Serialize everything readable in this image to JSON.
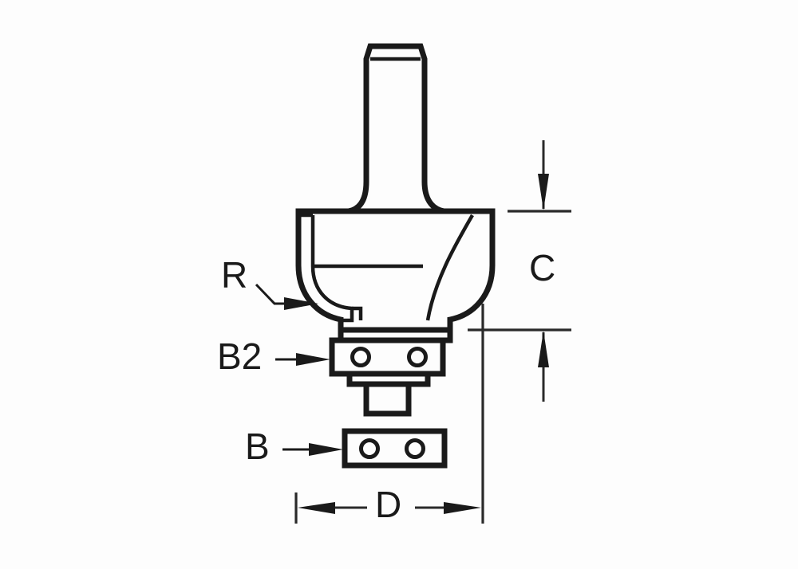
{
  "diagram": {
    "title": "Router cutter dimension diagram",
    "subject": "rounding-over router bit cross-section",
    "background_color": "#fdfdfd",
    "line_color": "#1a1a1a"
  },
  "labels": {
    "radius": "R",
    "cut_height": "C",
    "bearing_upper": "B2",
    "bearing_lower": "B",
    "diameter": "D"
  },
  "annotations": [
    {
      "id": "R",
      "text": "R",
      "meaning": "radius-callout",
      "leader": "diagonal-then-horizontal-arrow"
    },
    {
      "id": "C",
      "text": "C",
      "meaning": "cut-height-dimension",
      "leader": "vertical-double-arrow"
    },
    {
      "id": "B2",
      "text": "B2",
      "meaning": "upper-bearing-callout",
      "leader": "horizontal-arrow"
    },
    {
      "id": "B",
      "text": "B",
      "meaning": "lower-bearing-callout",
      "leader": "horizontal-arrow"
    },
    {
      "id": "D",
      "text": "D",
      "meaning": "cutting-diameter-dimension",
      "leader": "horizontal-double-arrow"
    }
  ],
  "parts": {
    "shank": "shank",
    "cutter_body": "cutter-body",
    "profile_radius": "profile-radius",
    "upper_bearing": "upper-bearing",
    "lower_bearing": "lower-bearing",
    "retaining_screw": "retaining-screw"
  },
  "icons": {
    "arrow_down": "arrow-down-icon",
    "arrow_up": "arrow-up-icon",
    "arrow_left": "arrow-left-icon",
    "arrow_right": "arrow-right-icon"
  }
}
